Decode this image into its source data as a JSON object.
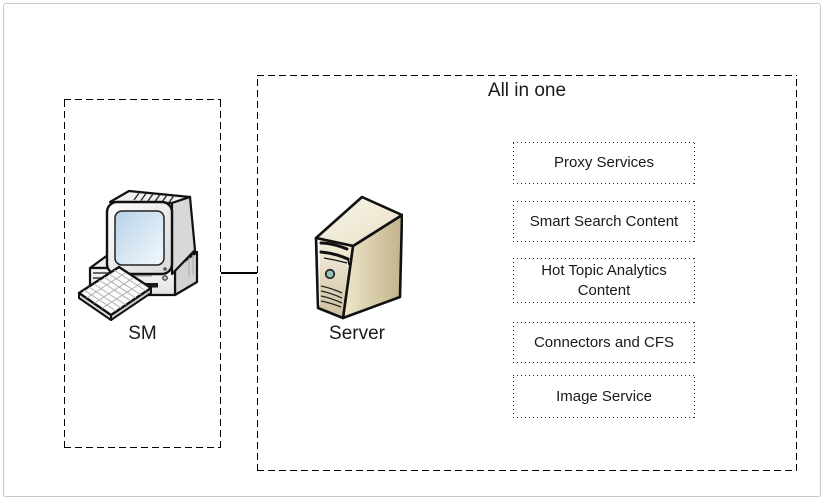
{
  "sm_group": {
    "label": "SM",
    "icon": "workstation-icon"
  },
  "all_in_one": {
    "title": "All in one",
    "server": {
      "label": "Server",
      "icon": "server-tower-icon"
    },
    "services": [
      {
        "label": "Proxy Services"
      },
      {
        "label": "Smart Search Content"
      },
      {
        "label": "Hot Topic Analytics Content"
      },
      {
        "label": "Connectors and CFS"
      },
      {
        "label": "Image Service"
      }
    ]
  },
  "connector": {
    "from": "SM",
    "to": "All in one"
  },
  "colors": {
    "outline": "#000000",
    "canvas_border": "#c8c8c8",
    "dashed_line": "#000000",
    "dotted_line": "#2b2b2b",
    "server_front": "#e6dcbe",
    "server_side": "#d6c9a4",
    "server_top": "#f5f0e0",
    "power_button": "#8fc4b4",
    "monitor_screen": "#c3d9ec"
  }
}
